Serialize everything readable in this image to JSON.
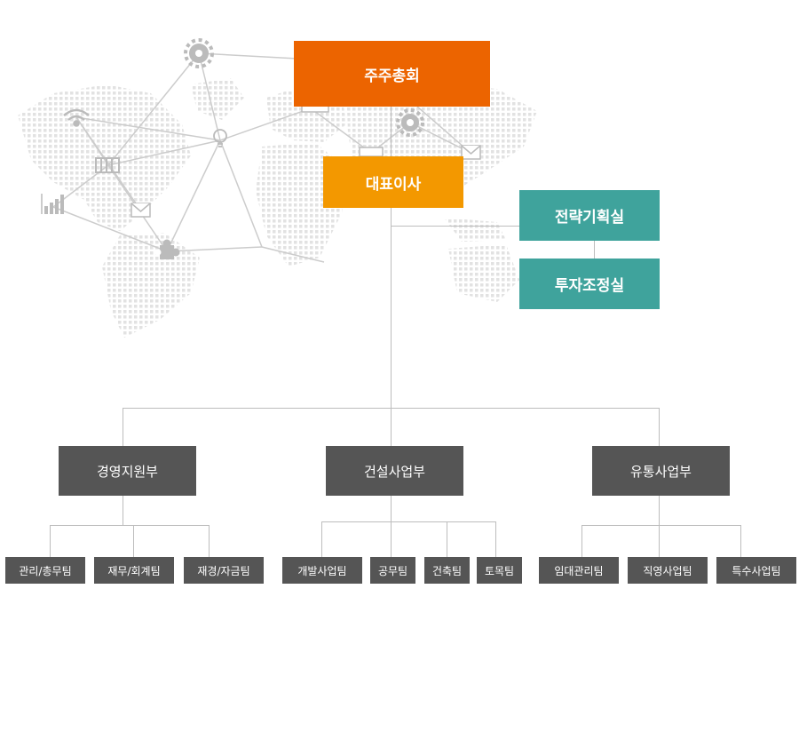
{
  "colors": {
    "shareholders": "#ec6400",
    "ceo": "#f39800",
    "staff": "#3fa39c",
    "dept": "#555555",
    "line": "#bdbdbd"
  },
  "org": {
    "shareholders": "주주총회",
    "ceo": "대표이사",
    "staff": [
      "전략기획실",
      "투자조정실"
    ],
    "departments": [
      {
        "name": "경영지원부",
        "teams": [
          "관리/총무팀",
          "재무/회계팀",
          "재경/자금팀"
        ]
      },
      {
        "name": "건설사업부",
        "teams": [
          "개발사업팀",
          "공무팀",
          "건축팀",
          "토목팀"
        ]
      },
      {
        "name": "유통사업부",
        "teams": [
          "임대관리팀",
          "직영사업팀",
          "특수사업팀"
        ]
      }
    ]
  },
  "icons": [
    "gear-icon",
    "wifi-icon",
    "signal-bars-icon",
    "envelope-icon",
    "puzzle-icon",
    "lightbulb-icon",
    "calculator-icon"
  ]
}
